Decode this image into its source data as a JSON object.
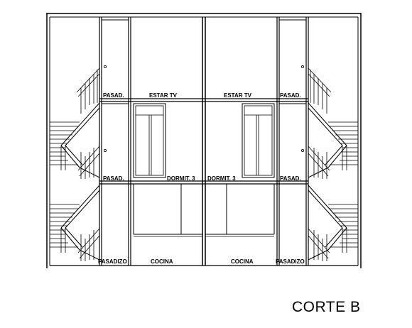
{
  "drawing": {
    "title": "CORTE B",
    "labels": {
      "pasad_left_top": "PASAD.",
      "estar_left": "ESTAR TV",
      "estar_right": "ESTAR TV",
      "pasad_right_top": "PASAD.",
      "pasad_left_mid": "PASAD.",
      "dormit_left": "DORMIT. 3",
      "dormit_right": "DORMIT. 3",
      "pasad_right_mid": "PASAD.",
      "pasadizo_left": "PASADIZO",
      "cocina_left": "COCINA",
      "cocina_right": "COCINA",
      "pasadizo_right": "PASADIZO"
    }
  }
}
